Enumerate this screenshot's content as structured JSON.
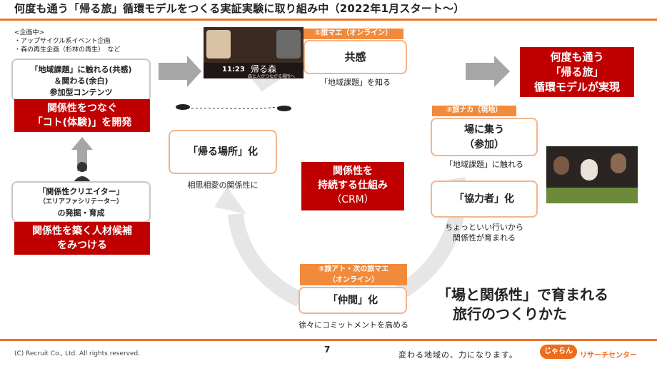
{
  "title": "何度も通う「帰る旅」循環モデルをつくる実証実験に取り組み中（2022年1月スタート～）",
  "planning": {
    "heading": "<企画中>",
    "items": [
      "・アップサイクル系イベント企画",
      "・森の再生企画（杉林の再生）　など"
    ]
  },
  "left_top": {
    "line1": "「地域課題」に触れる(共感)",
    "line2": "＆関わる(余白)",
    "line3": "参加型コンテンツ"
  },
  "left_red_top": {
    "line1": "関係性をつなぐ",
    "line2": "「コト(体験)」を開発"
  },
  "left_bottom": {
    "line1": "「関係性クリエイター」",
    "line2": "（エリアファシリテーター）",
    "line3": "の発掘・育成"
  },
  "left_red_bottom": {
    "line1": "関係性を築く人材候補",
    "line2": "をみつける"
  },
  "thumbnail": {
    "time": "11:23",
    "text": "帰る森",
    "sub": "森と人がつながる場所へ"
  },
  "step1": {
    "tab": "①旅マエ（オンライン）",
    "label": "共感",
    "caption": "「地域課題」を知る"
  },
  "step2": {
    "tab": "②旅ナカ（現地）",
    "line1": "場に集う",
    "line2": "（参加）",
    "caption": "「地域課題」に触れる"
  },
  "step2b": {
    "label": "「協力者」化",
    "caption1": "ちょっといい行いから",
    "caption2": "関係性が育まれる"
  },
  "step3": {
    "tab1": "③旅アト・次の旅マエ",
    "tab2": "（オンライン）",
    "label": "「仲間」化",
    "caption": "徐々にコミットメントを高める"
  },
  "step4": {
    "label": "「帰る場所」化",
    "caption": "相思相愛の関係性に"
  },
  "center": {
    "line1": "関係性を",
    "line2": "持続する仕組み",
    "line3": "（CRM）"
  },
  "result": {
    "line1": "何度も通う",
    "line2": "「帰る旅」",
    "line3": "循環モデルが実現"
  },
  "tagline": {
    "line1": "「場と関係性」で育まれる",
    "line2": "旅行のつくりかた"
  },
  "footer": {
    "copyright": "(C) Recruit Co., Ltd. All rights reserved.",
    "page": "7",
    "slogan": "変わる地域の、力になります。",
    "brand": "じゃらん",
    "brand_suffix": "リサーチセンター"
  },
  "colors": {
    "accent": "#e8742b",
    "red": "#c00000",
    "tab": "#f28a3c",
    "gray": "#bfbfbf"
  }
}
